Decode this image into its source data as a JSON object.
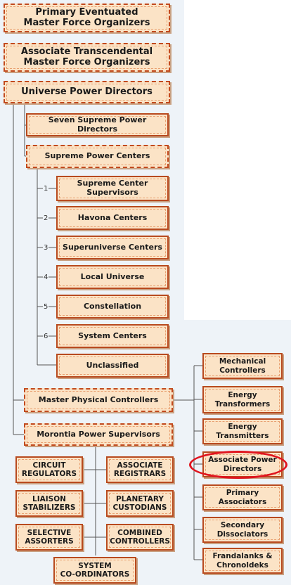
{
  "top": {
    "primary": "Primary Eventuated\nMaster Force Organizers",
    "associate": "Associate Transcendental\nMaster Force Organizers",
    "universe": "Universe Power Directors"
  },
  "directors": {
    "seven": "Seven Supreme Power Directors",
    "centers": "Supreme Power Centers"
  },
  "centers": [
    {
      "num": "1",
      "label": "Supreme Center\nSupervisors"
    },
    {
      "num": "2",
      "label": "Havona Centers"
    },
    {
      "num": "3",
      "label": "Superuniverse Centers"
    },
    {
      "num": "4",
      "label": "Local Universe"
    },
    {
      "num": "5",
      "label": "Constellation"
    },
    {
      "num": "6",
      "label": "System Centers"
    },
    {
      "num": "",
      "label": "Unclassified"
    }
  ],
  "controllers": {
    "master": "Master Physical Controllers",
    "morontia": "Morontia Power Supervisors"
  },
  "right": [
    "Mechanical\nControllers",
    "Energy\nTransformers",
    "Energy\nTransmitters",
    "Associate Power\nDirectors",
    "Primary\nAssociators",
    "Secondary\nDissociators",
    "Frandalanks &\nChronoldeks"
  ],
  "morontia_children": {
    "circuit": "CIRCUIT\nREGULATORS",
    "associate": "ASSOCIATE\nREGISTRARS",
    "liaison": "LIAISON\nSTABILIZERS",
    "planetary": "PLANETARY\nCUSTODIANS",
    "selective": "SELECTIVE\nASSORTERS",
    "combined": "COMBINED\nCONTROLLERS",
    "system": "SYSTEM\nCO-ORDINATORS"
  },
  "colors": {
    "box_fill": "#fbe3c6",
    "box_border": "#b84a1f",
    "highlight": "#e0141e"
  }
}
